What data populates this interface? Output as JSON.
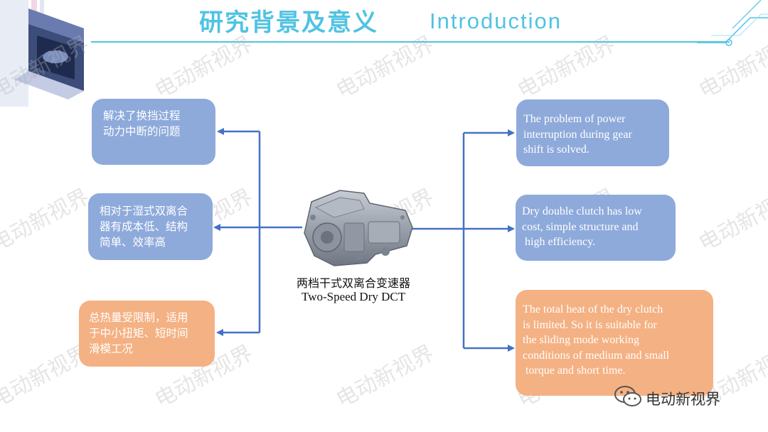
{
  "header": {
    "title_cn": "研究背景及意义",
    "title_en": "Introduction"
  },
  "center": {
    "label_cn": "两档干式双离合变速器",
    "label_en": "Two-Speed Dry DCT"
  },
  "left_boxes": [
    {
      "lines": [
        "解决了换挡过程",
        "动力中断的问题"
      ],
      "color": "#8eaadb"
    },
    {
      "lines": [
        "相对于湿式双离合",
        "器有成本低、结构",
        "简单、效率高"
      ],
      "color": "#8eaadb"
    },
    {
      "lines": [
        "总热量受限制，适用",
        "于中小扭矩、短时间",
        "滑模工况"
      ],
      "color": "#f4b183"
    }
  ],
  "right_boxes": [
    {
      "lines": [
        "The problem of power",
        "interruption during gear",
        "shift is solved."
      ],
      "color": "#8eaadb"
    },
    {
      "lines": [
        "Dry double clutch has low",
        "cost, simple structure and",
        " high efficiency."
      ],
      "color": "#8eaadb"
    },
    {
      "lines": [
        "The total heat of the dry clutch",
        "is limited. So it is suitable for",
        "the sliding mode working",
        "conditions of medium and small",
        " torque and short time."
      ],
      "color": "#f4b183"
    }
  ],
  "watermark": "电动新视界",
  "logo": {
    "text": "电动新视界",
    "icon": "wechat-icon"
  },
  "colors": {
    "accent": "#4fc3e3",
    "arrow": "#4472c4",
    "blue_box": "#8eaadb",
    "orange_box": "#f4b183"
  }
}
